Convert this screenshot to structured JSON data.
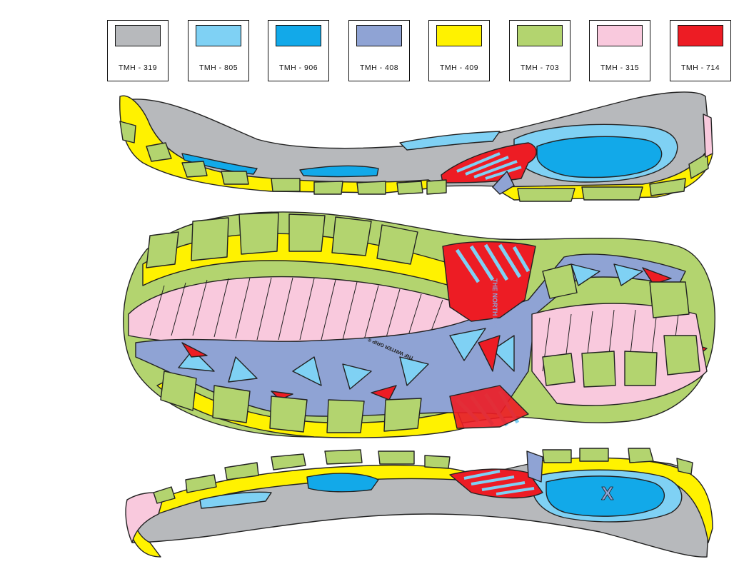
{
  "palette": [
    {
      "code": "TMH - 319",
      "color": "#b7b9bc"
    },
    {
      "code": "TMH - 805",
      "color": "#7fd1f4"
    },
    {
      "code": "TMH - 906",
      "color": "#12a9e9"
    },
    {
      "code": "TMH - 408",
      "color": "#8fa3d4"
    },
    {
      "code": "TMH - 409",
      "color": "#fff200"
    },
    {
      "code": "TMH - 703",
      "color": "#b3d46f"
    },
    {
      "code": "TMH - 315",
      "color": "#f9c9dd"
    },
    {
      "code": "TMH - 714",
      "color": "#ed1c24"
    }
  ],
  "sole": {
    "brand_logo_text": "THE NORTH FACE",
    "grip_label": "TNF WINTER GRIP ®",
    "heel_logo": "X"
  }
}
